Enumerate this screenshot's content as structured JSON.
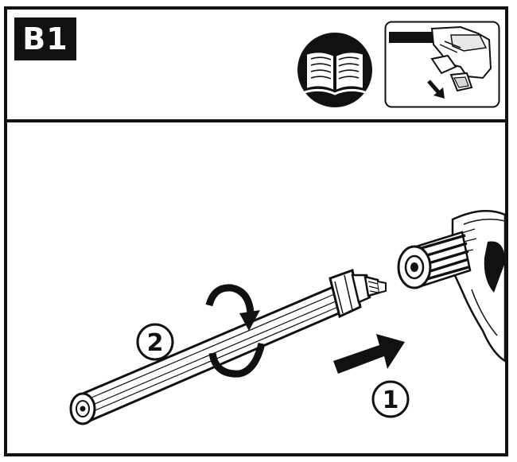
{
  "header": {
    "step_label": "B1",
    "manual_icon": "open-book-icon",
    "thumbnail_icon": "battery-removal-icon"
  },
  "steps": [
    {
      "number": "1",
      "icon": "push-arrow-icon"
    },
    {
      "number": "2",
      "icon": "rotate-arrow-icon"
    }
  ],
  "colors": {
    "ink": "#111111",
    "paper": "#ffffff",
    "shade": "#d9d9d9"
  }
}
